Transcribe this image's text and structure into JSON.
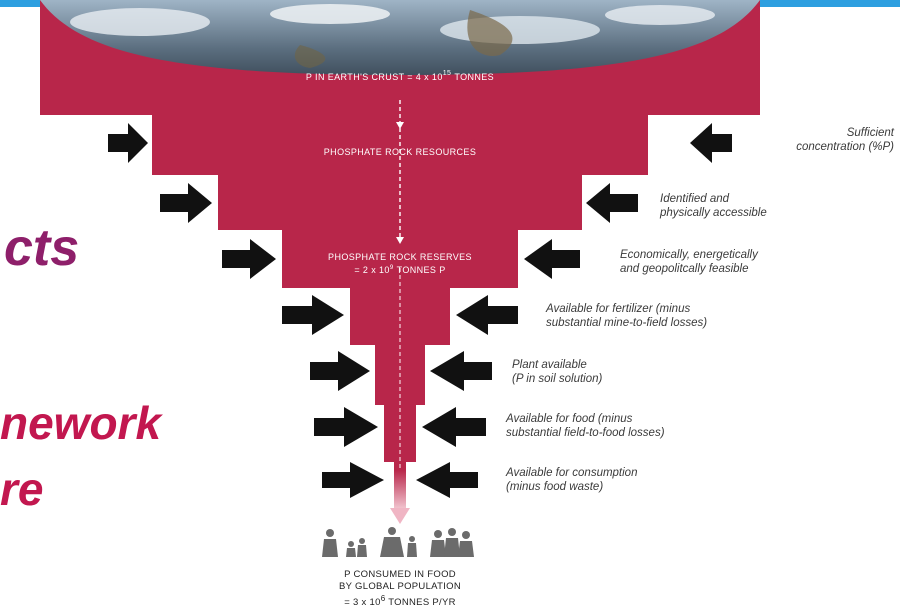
{
  "slide": {
    "fragments": [
      "cts",
      "nework",
      "re"
    ],
    "accent_colors": {
      "purple": "#8e1f6a",
      "crimson": "#c2174f",
      "topbar": "#2e9fe0"
    }
  },
  "funnel": {
    "color": "#b8264a",
    "crust_label": "P IN EARTH'S CRUST = 4 x 10",
    "crust_exp": "15",
    "crust_unit": "TONNES",
    "resources_label": "PHOSPHATE ROCK RESOURCES",
    "reserves_label": "PHOSPHATE ROCK RESERVES",
    "reserves_value": "= 2 x 10",
    "reserves_exp": "9",
    "reserves_unit": "TONNES P"
  },
  "filters": [
    {
      "line1": "Sufficient",
      "line2": "concentration (%P)"
    },
    {
      "line1": "Identified and",
      "line2": "physically accessible"
    },
    {
      "line1": "Economically, energetically",
      "line2": "and geopolitcally feasible"
    },
    {
      "line1": "Available for fertilizer (minus",
      "line2": "substantial mine-to-field losses)"
    },
    {
      "line1": "Plant available",
      "line2": "(P in soil solution)"
    },
    {
      "line1": "Available for food (minus",
      "line2": "substantial field-to-food losses)"
    },
    {
      "line1": "Available for consumption",
      "line2": "(minus food waste)"
    }
  ],
  "consumed": {
    "line1": "P CONSUMED IN FOOD",
    "line2": "BY GLOBAL POPULATION",
    "line3_prefix": "= 3 x 10",
    "line3_exp": "6",
    "line3_unit": "TONNES P/YR"
  }
}
